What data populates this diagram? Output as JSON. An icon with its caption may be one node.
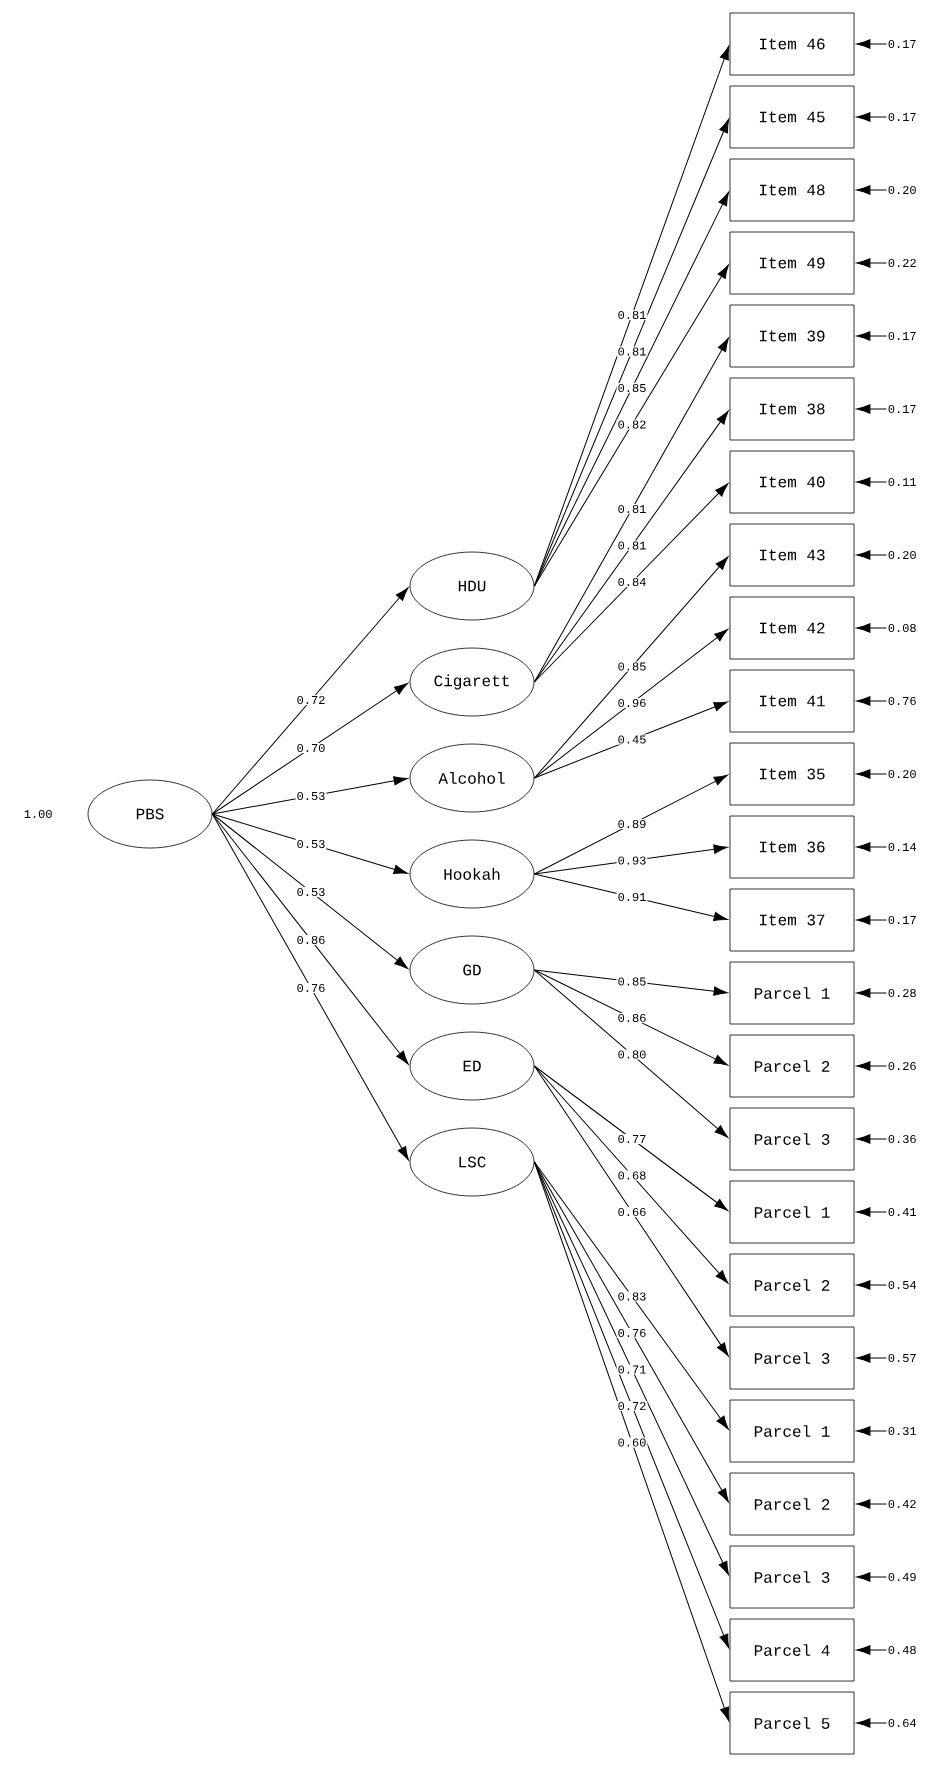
{
  "diagram": {
    "nodes": [
      {
        "text": [
          "PBS"
        ],
        "beside": [
          "1.00"
        ]
      },
      {
        "text": [
          "HDU"
        ]
      },
      {
        "text": [
          "Cigarett"
        ]
      },
      {
        "text": [
          "Alcohol"
        ]
      },
      {
        "text": [
          "Hookah"
        ]
      },
      {
        "text": [
          "GD"
        ]
      },
      {
        "text": [
          "ED"
        ]
      },
      {
        "text": [
          "LSC"
        ]
      },
      {
        "text": [
          "Item 46"
        ]
      },
      {
        "text": [
          "Item 45"
        ]
      },
      {
        "text": [
          "Item 48"
        ]
      },
      {
        "text": [
          "Item 49"
        ]
      },
      {
        "text": [
          "Item 39"
        ]
      },
      {
        "text": [
          "Item 38"
        ]
      },
      {
        "text": [
          "Item 40"
        ]
      },
      {
        "text": [
          "Item 43"
        ]
      },
      {
        "text": [
          "Item 42"
        ]
      },
      {
        "text": [
          "Item 41"
        ]
      },
      {
        "text": [
          "Item 35"
        ]
      },
      {
        "text": [
          "Item 36"
        ]
      },
      {
        "text": [
          "Item 37"
        ]
      },
      {
        "text": [
          "Parcel 1"
        ]
      },
      {
        "text": [
          "Parcel 2"
        ]
      },
      {
        "text": [
          "Parcel 3"
        ]
      },
      {
        "text": [
          "Parcel 1"
        ]
      },
      {
        "text": [
          "Parcel 2"
        ]
      },
      {
        "text": [
          "Parcel 3"
        ]
      },
      {
        "text": [
          "Parcel 1"
        ]
      },
      {
        "text": [
          "Parcel 2"
        ]
      },
      {
        "text": [
          "Parcel 3"
        ]
      },
      {
        "text": [
          "Parcel 4"
        ]
      },
      {
        "text": [
          "Parcel 5"
        ]
      }
    ],
    "edges": [
      {
        "from": 0,
        "to": 1,
        "arrow": "to",
        "label": "0.72"
      },
      {
        "from": 0,
        "to": 2,
        "arrow": "to",
        "label": "0.70"
      },
      {
        "from": 0,
        "to": 3,
        "arrow": "to",
        "label": "0.53"
      },
      {
        "from": 0,
        "to": 4,
        "arrow": "to",
        "label": "0.53"
      },
      {
        "from": 0,
        "to": 5,
        "arrow": "to",
        "label": "0.53"
      },
      {
        "from": 0,
        "to": 6,
        "arrow": "to",
        "label": "0.86"
      },
      {
        "from": 0,
        "to": 7,
        "arrow": "to",
        "label": "0.76"
      },
      {
        "from": 1,
        "to": 8,
        "arrow": "to",
        "label": "0.81"
      },
      {
        "from": 1,
        "to": 9,
        "arrow": "to",
        "label": "0.81"
      },
      {
        "from": 1,
        "to": 10,
        "arrow": "to",
        "label": "0.85"
      },
      {
        "from": 1,
        "to": 11,
        "arrow": "to",
        "label": "0.82"
      },
      {
        "from": 2,
        "to": 12,
        "arrow": "to",
        "label": "0.81"
      },
      {
        "from": 2,
        "to": 13,
        "arrow": "to",
        "label": "0.81"
      },
      {
        "from": 2,
        "to": 14,
        "arrow": "to",
        "label": "0.84"
      },
      {
        "from": 3,
        "to": 15,
        "arrow": "to",
        "label": "0.85"
      },
      {
        "from": 3,
        "to": 16,
        "arrow": "to",
        "label": "0.96"
      },
      {
        "from": 3,
        "to": 17,
        "arrow": "to",
        "label": "0.45"
      },
      {
        "from": 4,
        "to": 18,
        "arrow": "to",
        "label": "0.89"
      },
      {
        "from": 4,
        "to": 19,
        "arrow": "to",
        "label": "0.93"
      },
      {
        "from": 4,
        "to": 20,
        "arrow": "to",
        "label": "0.91"
      },
      {
        "from": 5,
        "to": 21,
        "arrow": "to",
        "label": "0.85"
      },
      {
        "from": 5,
        "to": 22,
        "arrow": "to",
        "label": "0.86"
      },
      {
        "from": 5,
        "to": 23,
        "arrow": "to",
        "label": "0.80"
      },
      {
        "from": 6,
        "to": 24,
        "arrow": "to",
        "label": "0.77"
      },
      {
        "from": 6,
        "to": 25,
        "arrow": "to",
        "label": "0.68"
      },
      {
        "from": 6,
        "to": 26,
        "arrow": "to",
        "label": "0.66"
      },
      {
        "from": 7,
        "to": 27,
        "arrow": "to",
        "label": "0.83"
      },
      {
        "from": 7,
        "to": 28,
        "arrow": "to",
        "label": "0.76"
      },
      {
        "from": 7,
        "to": 29,
        "arrow": "to",
        "label": "0.71"
      },
      {
        "from": 7,
        "to": 30,
        "arrow": "to",
        "label": "0.72"
      },
      {
        "from": 7,
        "to": 31,
        "arrow": "to",
        "label": "0.60"
      },
      {
        "from": null,
        "to": 8,
        "arrow": "to",
        "label": "0.17"
      },
      {
        "from": null,
        "to": 9,
        "arrow": "to",
        "label": "0.17"
      },
      {
        "from": null,
        "to": 10,
        "arrow": "to",
        "label": "0.20"
      },
      {
        "from": null,
        "to": 11,
        "arrow": "to",
        "label": "0.22"
      },
      {
        "from": null,
        "to": 12,
        "arrow": "to",
        "label": "0.17"
      },
      {
        "from": null,
        "to": 13,
        "arrow": "to",
        "label": "0.17"
      },
      {
        "from": null,
        "to": 14,
        "arrow": "to",
        "label": "0.11"
      },
      {
        "from": null,
        "to": 15,
        "arrow": "to",
        "label": "0.20"
      },
      {
        "from": null,
        "to": 16,
        "arrow": "to",
        "label": "0.08"
      },
      {
        "from": null,
        "to": 17,
        "arrow": "to",
        "label": "0.76"
      },
      {
        "from": null,
        "to": 18,
        "arrow": "to",
        "label": "0.20"
      },
      {
        "from": null,
        "to": 19,
        "arrow": "to",
        "label": "0.14"
      },
      {
        "from": null,
        "to": 20,
        "arrow": "to",
        "label": "0.17"
      },
      {
        "from": null,
        "to": 21,
        "arrow": "to",
        "label": "0.28"
      },
      {
        "from": null,
        "to": 22,
        "arrow": "to",
        "label": "0.26"
      },
      {
        "from": null,
        "to": 23,
        "arrow": "to",
        "label": "0.36"
      },
      {
        "from": null,
        "to": 24,
        "arrow": "to",
        "label": "0.41"
      },
      {
        "from": null,
        "to": 25,
        "arrow": "to",
        "label": "0.54"
      },
      {
        "from": null,
        "to": 26,
        "arrow": "to",
        "label": "0.57"
      },
      {
        "from": null,
        "to": 27,
        "arrow": "to",
        "label": "0.31"
      },
      {
        "from": null,
        "to": 28,
        "arrow": "to",
        "label": "0.42"
      },
      {
        "from": null,
        "to": 29,
        "arrow": "to",
        "label": "0.49"
      },
      {
        "from": null,
        "to": 30,
        "arrow": "to",
        "label": "0.48"
      },
      {
        "from": null,
        "to": 31,
        "arrow": "to",
        "label": "0.64"
      }
    ]
  }
}
